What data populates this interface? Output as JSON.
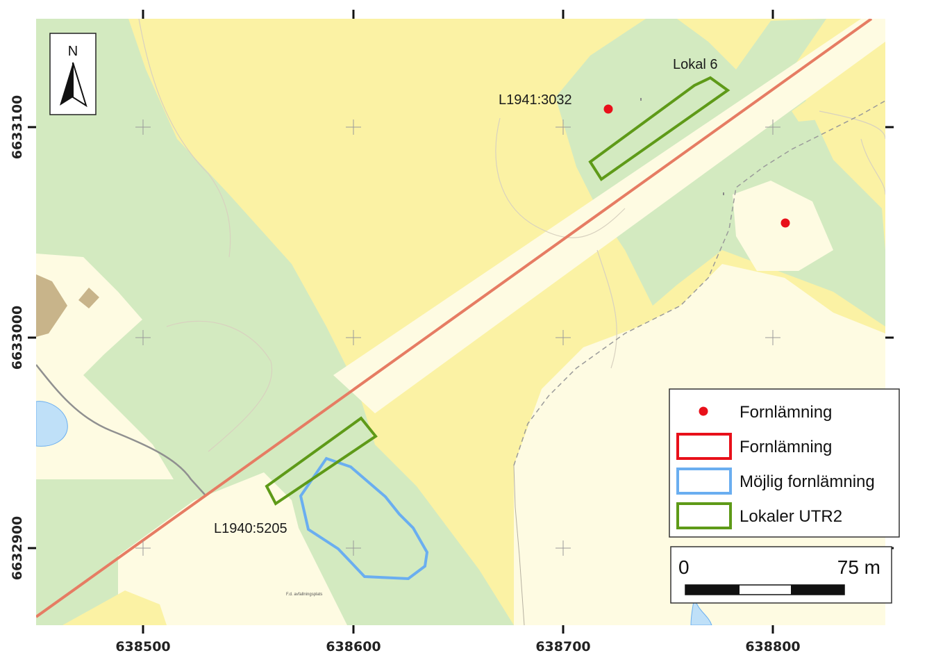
{
  "map": {
    "axes": {
      "x_ticks": [
        "638500",
        "638600",
        "638700",
        "638800"
      ],
      "y_ticks": [
        "6633100",
        "6633000",
        "6632900"
      ]
    },
    "north_arrow": {
      "label": "N",
      "icon": "north-arrow-icon"
    },
    "labels": {
      "lokal_6": "Lokal 6",
      "site_l1941": "L1941:3032",
      "site_l1940": "L1940:5205",
      "small_text": "F.d. avfallningsplats"
    },
    "legend": {
      "items": [
        {
          "label": "Fornlämning",
          "symbol": "point",
          "color": "#e8101a"
        },
        {
          "label": "Fornlämning",
          "symbol": "outline",
          "color": "#e8101a"
        },
        {
          "label": "Möjlig fornlämning",
          "symbol": "outline",
          "color": "#6aaef0"
        },
        {
          "label": "Lokaler UTR2",
          "symbol": "outline",
          "color": "#5e9a18"
        }
      ]
    },
    "scale_bar": {
      "start": "0",
      "end": "75 m"
    },
    "colors": {
      "forest": "#d3eac0",
      "open_land": "#fbf2a4",
      "cleared": "#fefbe2",
      "water": "#bfe0f8",
      "building": "#c8b48a",
      "railway": "#e67c63",
      "ancient_remain": "#e8101a",
      "possible_remain": "#6aaef0",
      "site_utr2": "#5e9a18"
    }
  }
}
